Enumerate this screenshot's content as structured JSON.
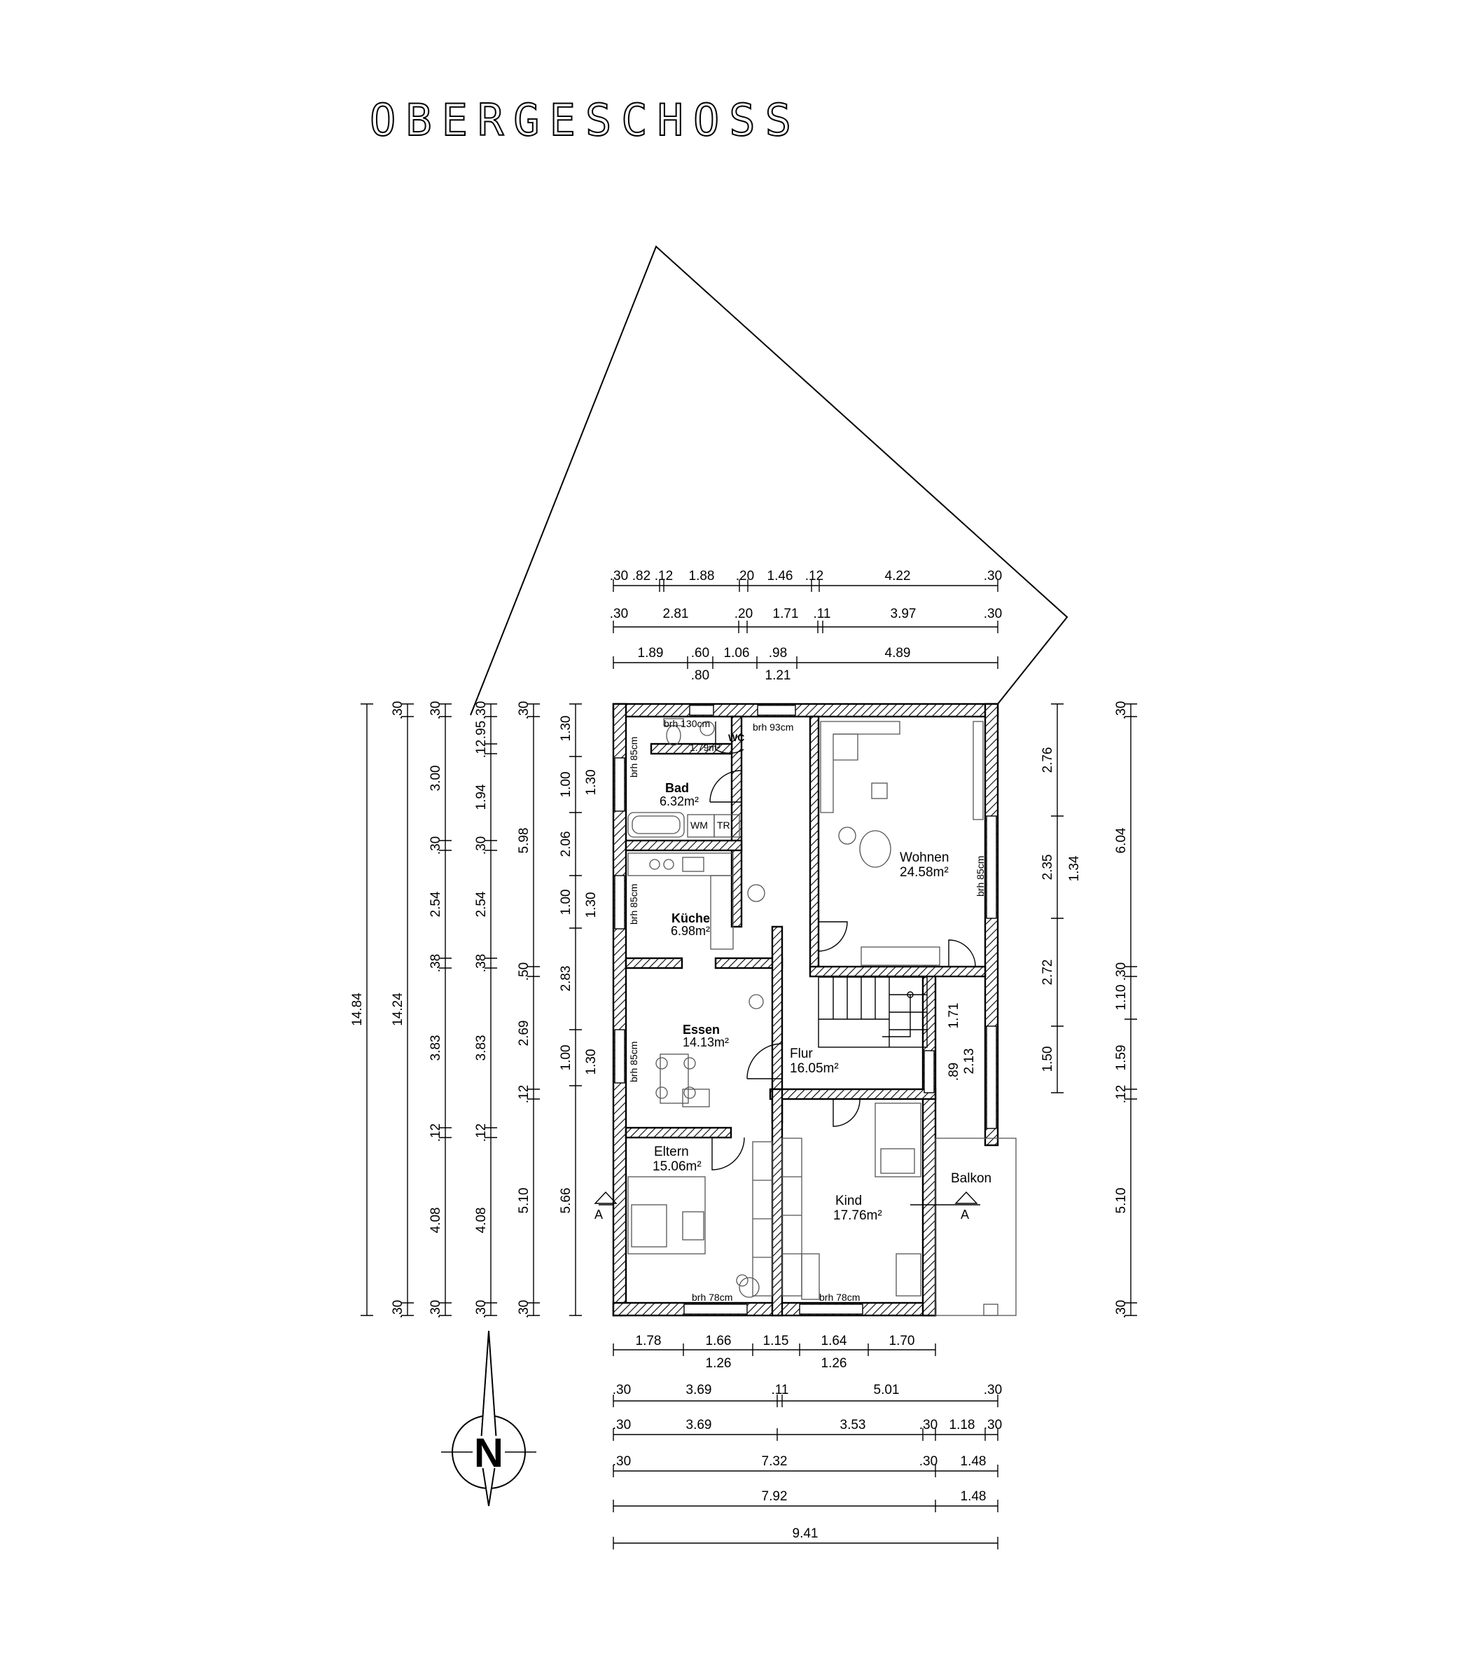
{
  "title": "OBERGESCHOSS",
  "rooms": {
    "wc": {
      "name": "WC",
      "area": "1.79m²"
    },
    "bad": {
      "name": "Bad",
      "area": "6.32m²"
    },
    "kueche": {
      "name": "Küche",
      "area": "6.98m²"
    },
    "essen": {
      "name": "Essen",
      "area": "14.13m²"
    },
    "flur": {
      "name": "Flur",
      "area": "16.05m²"
    },
    "wohnen": {
      "name": "Wohnen",
      "area": "24.58m²"
    },
    "eltern": {
      "name": "Eltern",
      "area": "15.06m²"
    },
    "kind": {
      "name": "Kind",
      "area": "17.76m²"
    },
    "balkon": {
      "name": "Balkon"
    }
  },
  "labels": {
    "brh130": "brh 130cm",
    "brh93": "brh 93cm",
    "brh85": "brh 85cm",
    "brh78": "brh 78cm",
    "wm": "WM",
    "tr": "TR",
    "section": "A",
    "north": "N"
  },
  "dims_top": {
    "row1": [
      ".30",
      ".82",
      ".12",
      "1.88",
      ".20",
      "1.46",
      ".12",
      "4.22",
      ".30"
    ],
    "row2": [
      ".30",
      "2.81",
      ".20",
      "1.71",
      ".11",
      "3.97",
      ".30"
    ],
    "row3": [
      "1.89",
      ".60",
      "1.06",
      ".98",
      "4.89"
    ],
    "row3_sub": [
      ".80",
      "1.21"
    ]
  },
  "dims_bottom": {
    "row1": [
      "1.78",
      "1.66",
      "1.15",
      "1.64",
      "1.70"
    ],
    "row1_sub": [
      "1.26",
      "1.26"
    ],
    "row2": [
      ".30",
      "3.69",
      ".11",
      "5.01",
      ".30"
    ],
    "row3": [
      ".30",
      "3.69",
      "3.53",
      ".30",
      "1.18",
      ".30"
    ],
    "row4": [
      ".30",
      "7.32",
      ".30",
      "1.48"
    ],
    "row5": [
      "7.92",
      "1.48"
    ],
    "row6": [
      "9.41"
    ]
  },
  "dims_left": {
    "c1": [
      "14.84"
    ],
    "c2": [
      ".30",
      "14.24",
      ".30"
    ],
    "c3": [
      ".30",
      "3.00",
      ".30",
      "2.54",
      ".38",
      "3.83",
      ".12",
      "4.08",
      ".30"
    ],
    "c4": [
      ".30",
      ".95",
      ".12",
      "1.94",
      ".30",
      "2.54",
      ".38",
      "3.83",
      ".12",
      "4.08",
      ".30"
    ],
    "c5": [
      ".30",
      "5.98",
      ".50",
      "2.69",
      ".12",
      "5.10",
      ".30"
    ],
    "c6": [
      "1.30",
      "1.00",
      "2.06",
      "1.00",
      "2.83",
      "1.00",
      "5.66"
    ],
    "c6_sub": [
      "1.30",
      "1.30",
      "1.30"
    ]
  },
  "dims_right": {
    "c1": [
      "2.76",
      "2.35",
      "2.72",
      "1.50"
    ],
    "c1_sub": [
      "1.34"
    ],
    "c2": [
      ".30",
      "6.04",
      ".30",
      "1.10",
      "1.59",
      ".12",
      "5.10",
      ".30"
    ],
    "stair": [
      "1.71",
      ".89",
      "2.13"
    ]
  }
}
